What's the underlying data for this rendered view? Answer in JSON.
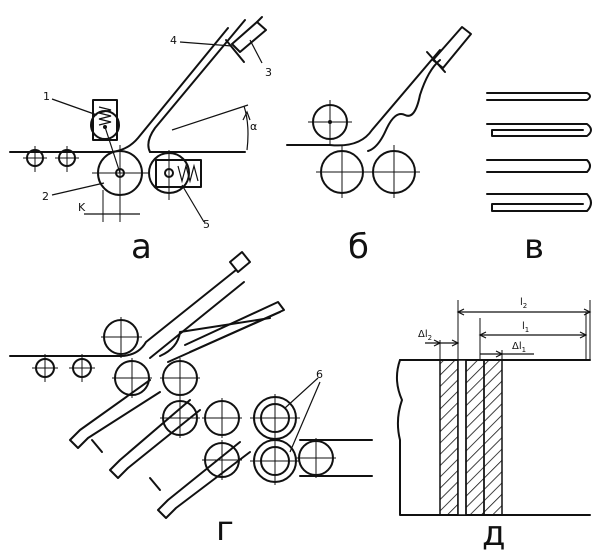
{
  "panels": {
    "a": "а",
    "b": "б",
    "v": "в",
    "g": "г",
    "d": "д"
  },
  "callouts": {
    "n1": "1",
    "n2": "2",
    "n3": "3",
    "n4": "4",
    "n5": "5",
    "n6": "6"
  },
  "dimensions": {
    "k": "K",
    "alpha": "α",
    "l2": "l",
    "l2_sub": "2",
    "l1": "l",
    "l1_sub": "1",
    "dl2": "Δl",
    "dl2_sub": "2",
    "dl1": "Δl",
    "dl1_sub": "1"
  }
}
